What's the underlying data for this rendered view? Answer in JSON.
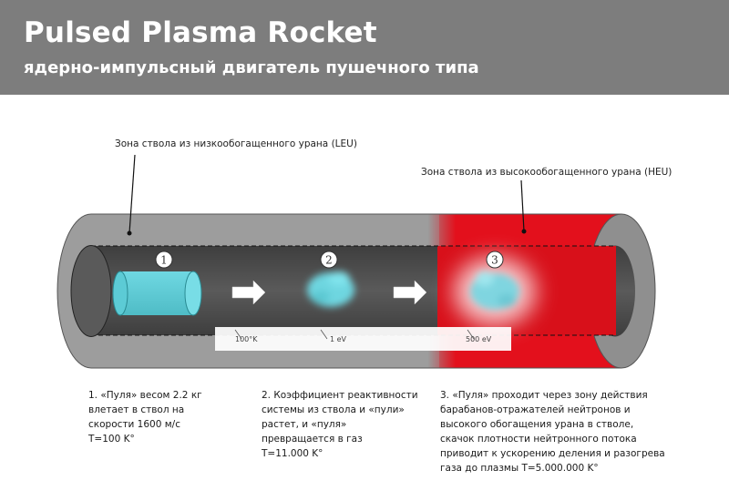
{
  "header": {
    "title": "Pulsed Plasma Rocket",
    "subtitle": "ядерно-импульсный двигатель пушечного типа"
  },
  "zones": {
    "leu_label": "Зона ствола из низкообогащенного урана (LEU)",
    "heu_label": "Зона ствола из высокообогащенного урана (HEU)"
  },
  "stages": [
    {
      "number": "1",
      "temperature": "100°K",
      "description": "1. «Пуля» весом 2.2 кг\nвлетает в ствол на\nскорости 1600 м/с\nT=100 K°"
    },
    {
      "number": "2",
      "temperature": "1 eV",
      "description": "2. Коэффициент реактивности\nсистемы из ствола и «пули»\nрастет, и «пуля»\nпревращается в газ\nT=11.000 K°"
    },
    {
      "number": "3",
      "temperature": "500 eV",
      "description": "3. «Пуля» проходит через зону действия\nбарабанов-отражателей нейтронов и\nвысокого обогащения урана в стволе,\nскачок плотности нейтронного потока\nприводит к ускорению деления и разогрева\nгаза до плазмы T=5.000.000 K°"
    }
  ],
  "colors": {
    "header_bg": "#7d7d7d",
    "barrel_gray": "#9a9a9a",
    "barrel_red": "#e3101c",
    "bullet_cyan": "#5fcfd8",
    "bore_dark": "#4a4a4a"
  }
}
